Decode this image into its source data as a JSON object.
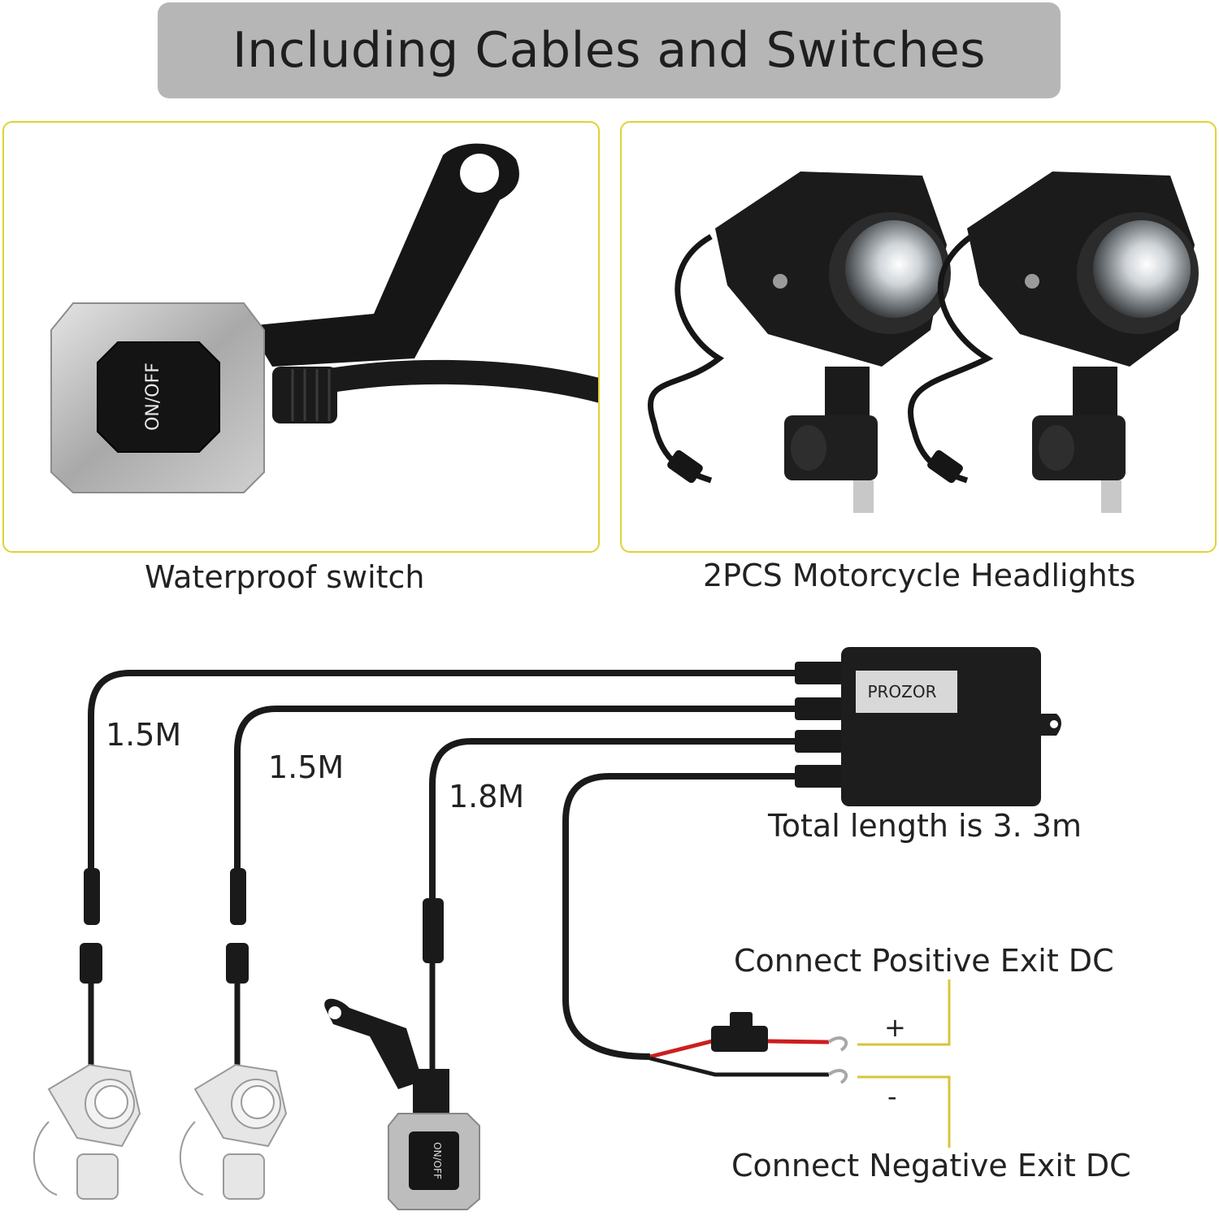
{
  "header": {
    "title": "Including Cables and Switches"
  },
  "panels": {
    "switch_caption": "Waterproof switch",
    "switch_button_text": "ON/OFF",
    "lights_caption": "2PCS Motorcycle Headlights"
  },
  "diagram": {
    "cable_1_length": "1.5M",
    "cable_2_length": "1.5M",
    "cable_3_length": "1.8M",
    "total_length": "Total length is 3. 3m",
    "controller_brand": "PROZOR",
    "small_switch_text": "ON/OFF",
    "positive_label": "Connect Positive Exit DC",
    "positive_sign": "+",
    "negative_label": "Connect Negative Exit DC",
    "negative_sign": "-"
  },
  "colors": {
    "title_bar": "#b6b6b6",
    "panel_border": "#e1d233",
    "accent_line": "#d8c43a",
    "cable": "#1a1a1a",
    "positive_wire": "#cc1f1f",
    "housing": "#1c1c1c",
    "chrome": "#c9c9c9"
  }
}
